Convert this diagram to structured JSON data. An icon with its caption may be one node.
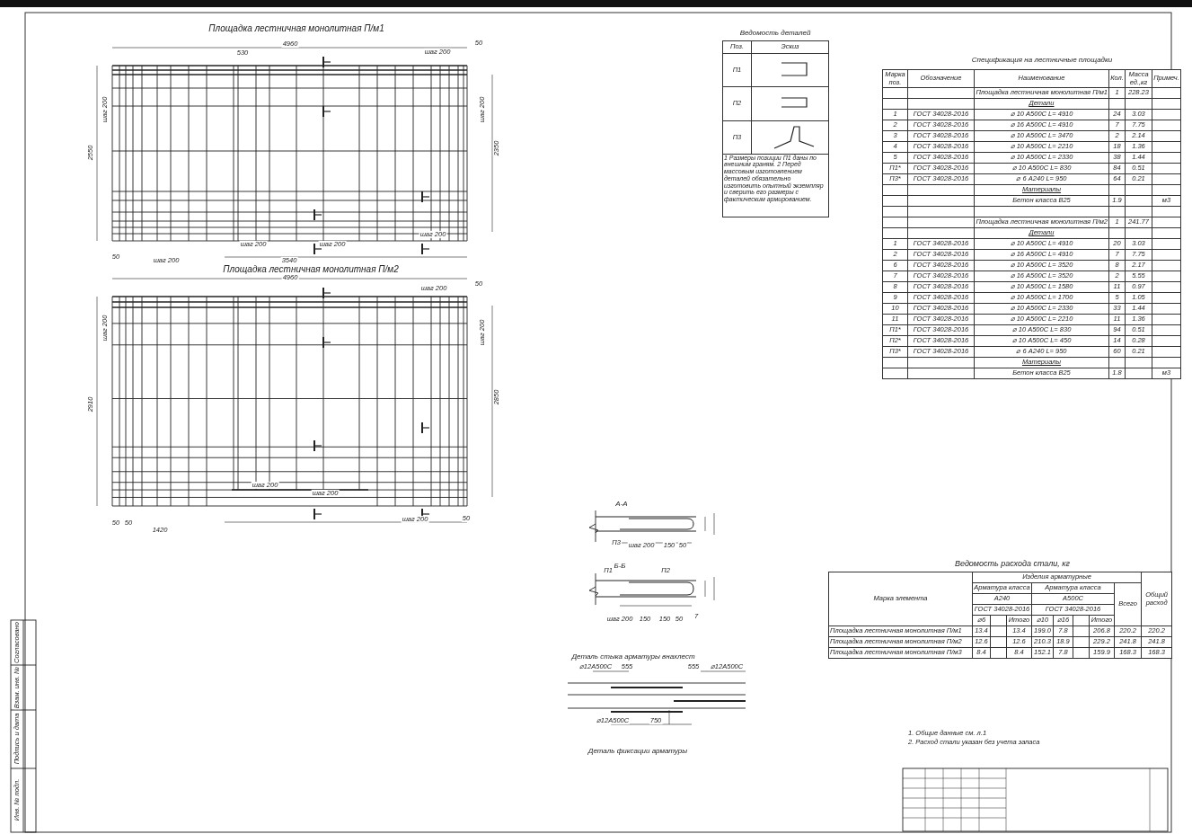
{
  "diagram": {
    "labels": [
      "Площадка лестничная монолитная П/м1",
      "4960",
      "530",
      "шаг 200",
      "50",
      "2550",
      "шаг 200",
      "шаг 200",
      "2350",
      "шаг 200",
      "шаг 200",
      "шаг 200",
      "3540",
      "50",
      "шаг 200",
      "Площадка лестничная монолитная П/м2",
      "4960",
      "шаг 200",
      "50",
      "2910",
      "шаг 200",
      "шаг 200",
      "2850",
      "шаг 200",
      "шаг 200",
      "шаг 200",
      "1420",
      "50",
      "50",
      "50",
      "А-А",
      "П3",
      "шаг 200",
      "150",
      "50",
      "Б-Б",
      "П1",
      "П2",
      "шаг 200",
      "150",
      "150",
      "50",
      "7",
      "Деталь стыка арматуры внахлест",
      "⌀12А500С",
      "555",
      "555",
      "⌀12А500С",
      "⌀12А500С",
      "750",
      "Деталь фиксации арматуры",
      "Ведомость деталей",
      "Поз.",
      "Эскиз",
      "П1",
      "П2",
      "П3",
      "1 Размеры позиции П1 даны по внешним граням. 2 Перед массовым изготовлением деталей обязательно изготовить опытный экземпляр и сверить его размеры с фактическим армированием.",
      "Спецификация на лестничные площадки",
      "Марка поз.",
      "Обозначение",
      "Наименование",
      "Кол.",
      "Масса ед.,кг",
      "Примеч.",
      "Площадка лестничная монолитная П/м1",
      "1",
      "228.23",
      "Детали",
      "1",
      "ГОСТ 34028-2016",
      "⌀ 10 А500С L= 4910",
      "24",
      "3.03",
      "2",
      "ГОСТ 34028-2016",
      "⌀ 16 А500С L= 4910",
      "7",
      "7.75",
      "3",
      "ГОСТ 34028-2016",
      "⌀ 10 А500С L= 3470",
      "2",
      "2.14",
      "4",
      "ГОСТ 34028-2016",
      "⌀ 10 А500С L= 2210",
      "18",
      "1.36",
      "5",
      "ГОСТ 34028-2016",
      "⌀ 10 А500С L= 2330",
      "38",
      "1.44",
      "П1*",
      "ГОСТ 34028-2016",
      "⌀ 10 А500С L= 830",
      "84",
      "0.51",
      "П3*",
      "ГОСТ 34028-2016",
      "⌀ 6 А240 L= 950",
      "64",
      "0.21",
      "Материалы",
      "Бетон класса B25",
      "1.9",
      "м3",
      "Площадка лестничная монолитная П/м2",
      "1",
      "241.77",
      "Детали",
      "1",
      "ГОСТ 34028-2016",
      "⌀ 10 А500С L= 4910",
      "20",
      "3.03",
      "2",
      "ГОСТ 34028-2016",
      "⌀ 16 А500С L= 4910",
      "7",
      "7.75",
      "6",
      "ГОСТ 34028-2016",
      "⌀ 10 А500С L= 3520",
      "8",
      "2.17",
      "7",
      "ГОСТ 34028-2016",
      "⌀ 16 А500С L= 3520",
      "2",
      "5.55",
      "8",
      "ГОСТ 34028-2016",
      "⌀ 10 А500С L= 1580",
      "11",
      "0.97",
      "9",
      "ГОСТ 34028-2016",
      "⌀ 10 А500С L= 1700",
      "5",
      "1.05",
      "10",
      "ГОСТ 34028-2016",
      "⌀ 10 А500С L= 2330",
      "33",
      "1.44",
      "11",
      "ГОСТ 34028-2016",
      "⌀ 10 А500С L= 2210",
      "11",
      "1.36",
      "П1*",
      "ГОСТ 34028-2016",
      "⌀ 10 А500С L= 830",
      "94",
      "0.51",
      "П2*",
      "ГОСТ 34028-2016",
      "⌀ 10 А500С L= 450",
      "14",
      "0.28",
      "П3*",
      "ГОСТ 34028-2016",
      "⌀ 6 А240 L= 950",
      "60",
      "0.21",
      "Материалы",
      "Бетон класса B25",
      "1.8",
      "м3",
      "Ведомость расхода стали, кг",
      "Марка элемента",
      "Изделия арматурные",
      "Общий расход",
      "Арматура класса",
      "Арматура класса",
      "Всего",
      "А240",
      "А500С",
      "ГОСТ 34028-2016",
      "ГОСТ 34028-2016",
      "⌀6",
      "Итого",
      "⌀10",
      "⌀16",
      "Итого",
      "Площадка лестничная монолитная П/м1",
      "13.4",
      "13.4",
      "199.0",
      "7.8",
      "206.8",
      "220.2",
      "220.2",
      "Площадка лестничная монолитная П/м2",
      "12.6",
      "12.6",
      "210.3",
      "18.9",
      "229.2",
      "241.8",
      "241.8",
      "Площадка лестничная монолитная П/м3",
      "8.4",
      "8.4",
      "152.1",
      "7.8",
      "159.9",
      "168.3",
      "168.3",
      "1. Общие данные см. л.1",
      "2. Расход стали указан без учета запаса",
      "Инв. № подл.",
      "Подпись и дата",
      "Взам. инв. №",
      "Согласовано"
    ]
  }
}
